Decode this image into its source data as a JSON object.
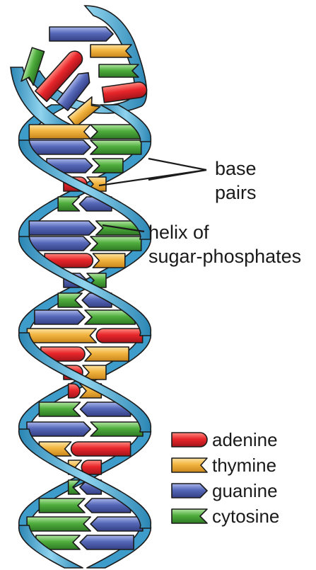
{
  "labels": {
    "base_pairs_line1": "base",
    "base_pairs_line2": "pairs",
    "helix_line1": "helix of",
    "helix_line2": "sugar-phosphates"
  },
  "legend": [
    {
      "label": "adenine",
      "shape": "round",
      "color": "#e8262b"
    },
    {
      "label": "thymine",
      "shape": "notch",
      "color": "#f2b43f"
    },
    {
      "label": "guanine",
      "shape": "point",
      "color": "#5568b8"
    },
    {
      "label": "cytosine",
      "shape": "chevron",
      "color": "#4fae3e"
    }
  ],
  "colors": {
    "strand": "#5bb4db",
    "strand_dark": "#2b86b4",
    "outline": "#1b1b1b"
  }
}
